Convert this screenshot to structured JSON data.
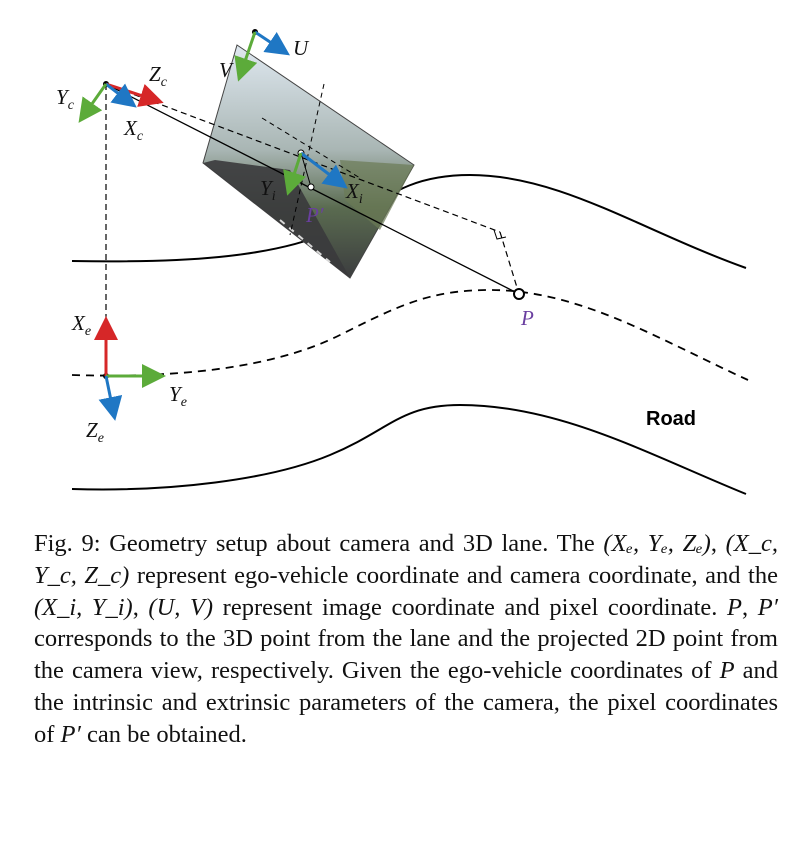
{
  "figure": {
    "labels": {
      "yc": "Y",
      "yc_sub": "c",
      "zc": "Z",
      "zc_sub": "c",
      "xc": "X",
      "xc_sub": "c",
      "v": "V",
      "u": "U",
      "yi": "Y",
      "yi_sub": "i",
      "xi": "X",
      "xi_sub": "i",
      "p_prime": "P′",
      "p": "P",
      "xe": "X",
      "xe_sub": "e",
      "ye": "Y",
      "ye_sub": "e",
      "ze": "Z",
      "ze_sub": "e",
      "road": "Road"
    },
    "colors": {
      "x_axis": "#1f77c4",
      "y_axis": "#5cab3a",
      "z_axis": "#d62728",
      "projected_point": "#6a3fa0"
    }
  },
  "caption": {
    "p1": "Fig. 9: Geometry setup about camera and 3D lane. The ",
    "m1": "(Xₑ, Yₑ, Zₑ)",
    "p2": ", ",
    "m2": "(X_c, Y_c, Z_c)",
    "p3": " represent ego-vehicle coordinate and camera coordinate, and the ",
    "m3": "(X_i, Y_i)",
    "p4": ", ",
    "m4": "(U, V)",
    "p5": " represent image coordinate and pixel coordinate. ",
    "m5": "P",
    "p6": ", ",
    "m6": "P′",
    "p7": " corresponds to the 3D point from the lane and the projected 2D point from the camera view, respectively. Given the ego-vehicle coordinates of ",
    "m7": "P",
    "p8": " and the intrinsic and extrinsic parameters of the camera, the pixel coordinates of ",
    "m8": "P′",
    "p9": " can be obtained."
  }
}
